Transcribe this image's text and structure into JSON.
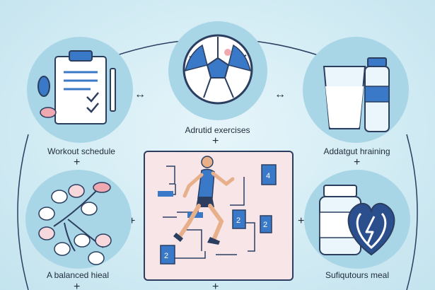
{
  "colors": {
    "background": "#d3ecf4",
    "circle_fill": "#a9d6e6",
    "navy": "#2b3e60",
    "blue": "#3a78c8",
    "card_fill": "#f7e5e8"
  },
  "labels": {
    "workout_schedule": "Workout schedule",
    "adult_exercises": "Adrutid exercises",
    "adaptive_training": "Addatgut hraining",
    "balanced_meal": "A balanced hieal",
    "nutritious_meal": "Sufiqutours meal"
  },
  "connectors": {
    "plus": "+",
    "arrow": "↔"
  },
  "icons": {
    "top_left": "clipboard-icon",
    "top_center": "ball-icon",
    "top_right": "water-glass-bottle-icon",
    "bottom_left": "pills-icon",
    "center": "runner-icon",
    "bottom_right": "supplement-heart-icon"
  },
  "step_numbers": [
    "4",
    "2",
    "2",
    "2"
  ]
}
